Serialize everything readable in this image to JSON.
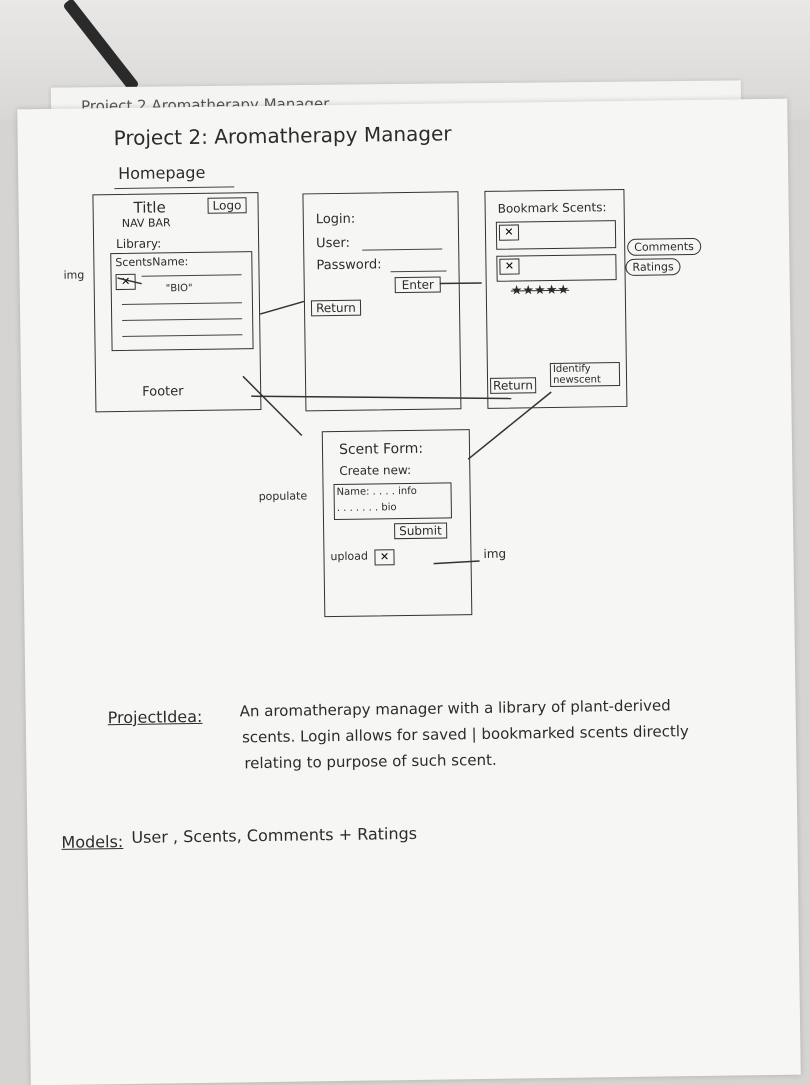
{
  "header": {
    "top_note": "Project 2  Aromatherapy Manager",
    "title": "Project 2: Aromatherapy Manager",
    "section": "Homepage"
  },
  "homepage_box": {
    "title": "Title",
    "logo": "Logo",
    "nav": "NAV BAR",
    "library": "Library:",
    "img_label": "img",
    "scent_name": "ScentsName:",
    "bio": "\"BIO\"",
    "footer": "Footer"
  },
  "login_box": {
    "login": "Login:",
    "user": "User:",
    "password": "Password:",
    "enter": "Enter",
    "return": "Return"
  },
  "bookmark_box": {
    "title": "Bookmark Scents:",
    "comments": "Comments",
    "ratings": "Ratings",
    "stars": "★★★★★",
    "return": "Return",
    "identify": "Identify newscent"
  },
  "scent_form": {
    "title": "Scent Form:",
    "create": "Create new:",
    "name": "Name: . . . . info",
    "bio": ". . . . . . . bio",
    "submit": "Submit",
    "upload": "upload",
    "img": "img",
    "populate": "populate"
  },
  "notes": {
    "idea_label": "ProjectIdea:",
    "idea_line1": "An aromatherapy manager with a library of plant-derived",
    "idea_line2": "scents. Login allows for saved | bookmarked scents directly",
    "idea_line3": "relating to purpose of such scent.",
    "models_label": "Models:",
    "models_text": "User   , Scents, Comments + Ratings"
  }
}
